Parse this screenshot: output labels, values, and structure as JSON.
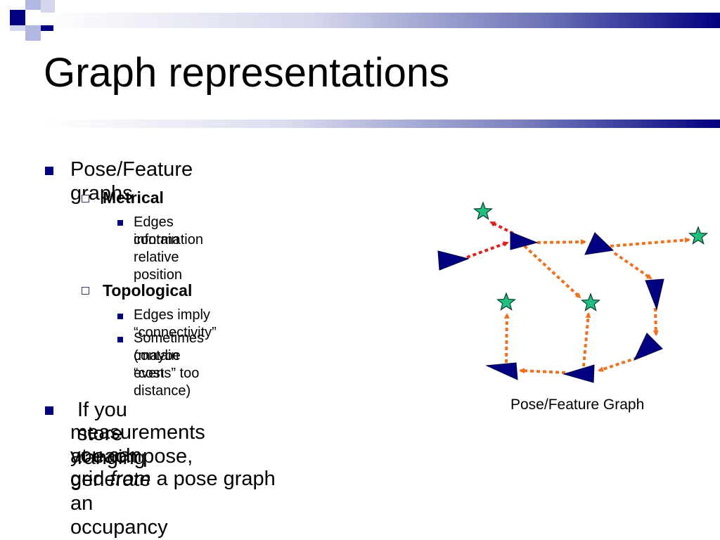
{
  "slide": {
    "title": "Graph representations",
    "bullet1": {
      "text": "Pose/Feature graphs",
      "metrical": {
        "label": "Metrical",
        "points": [
          "Edges contain relative position",
          "information"
        ]
      },
      "topological": {
        "label": "Topological",
        "point1": "Edges imply “connectivity”",
        "point2_line1": "Sometimes contain “costs” too",
        "point2_line2": "(maybe even distance)"
      }
    },
    "bullet2": {
      "line1": "If you store ranging",
      "line2": "measurements at each pose,",
      "line3": "you can generate an occupancy",
      "line4_a": "grid ",
      "line4_em": "from",
      "line4_b": " a pose graph"
    }
  },
  "diagram": {
    "caption": "Pose/Feature Graph",
    "colors": {
      "pose": "#000080",
      "feature": "#20c080",
      "edge_pose": "#f07020",
      "edge_feature_link": "#e02020"
    },
    "icons": {
      "pose": "triangle-pose-icon",
      "feature": "star-feature-icon"
    }
  },
  "colors": {
    "accent": "#000080"
  }
}
